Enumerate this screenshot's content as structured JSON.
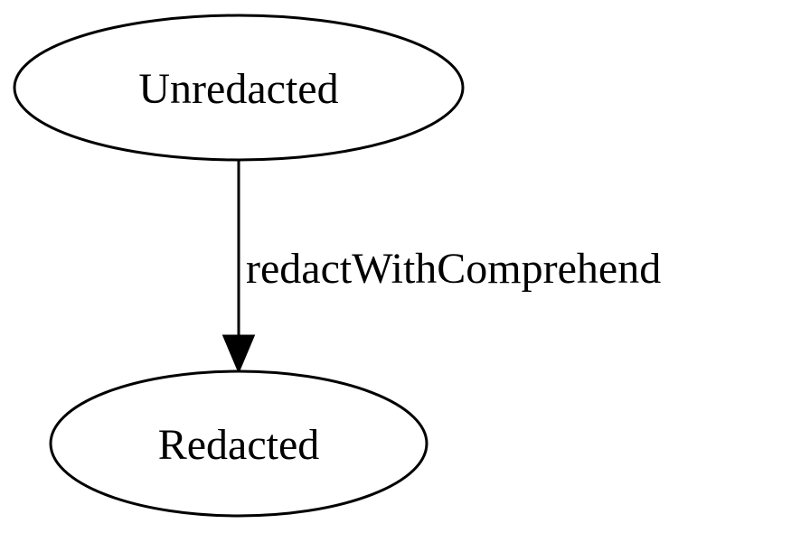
{
  "diagram": {
    "nodes": [
      {
        "id": "unredacted",
        "label": "Unredacted"
      },
      {
        "id": "redacted",
        "label": "Redacted"
      }
    ],
    "edges": [
      {
        "from": "unredacted",
        "to": "redacted",
        "label": "redactWithComprehend"
      }
    ]
  }
}
